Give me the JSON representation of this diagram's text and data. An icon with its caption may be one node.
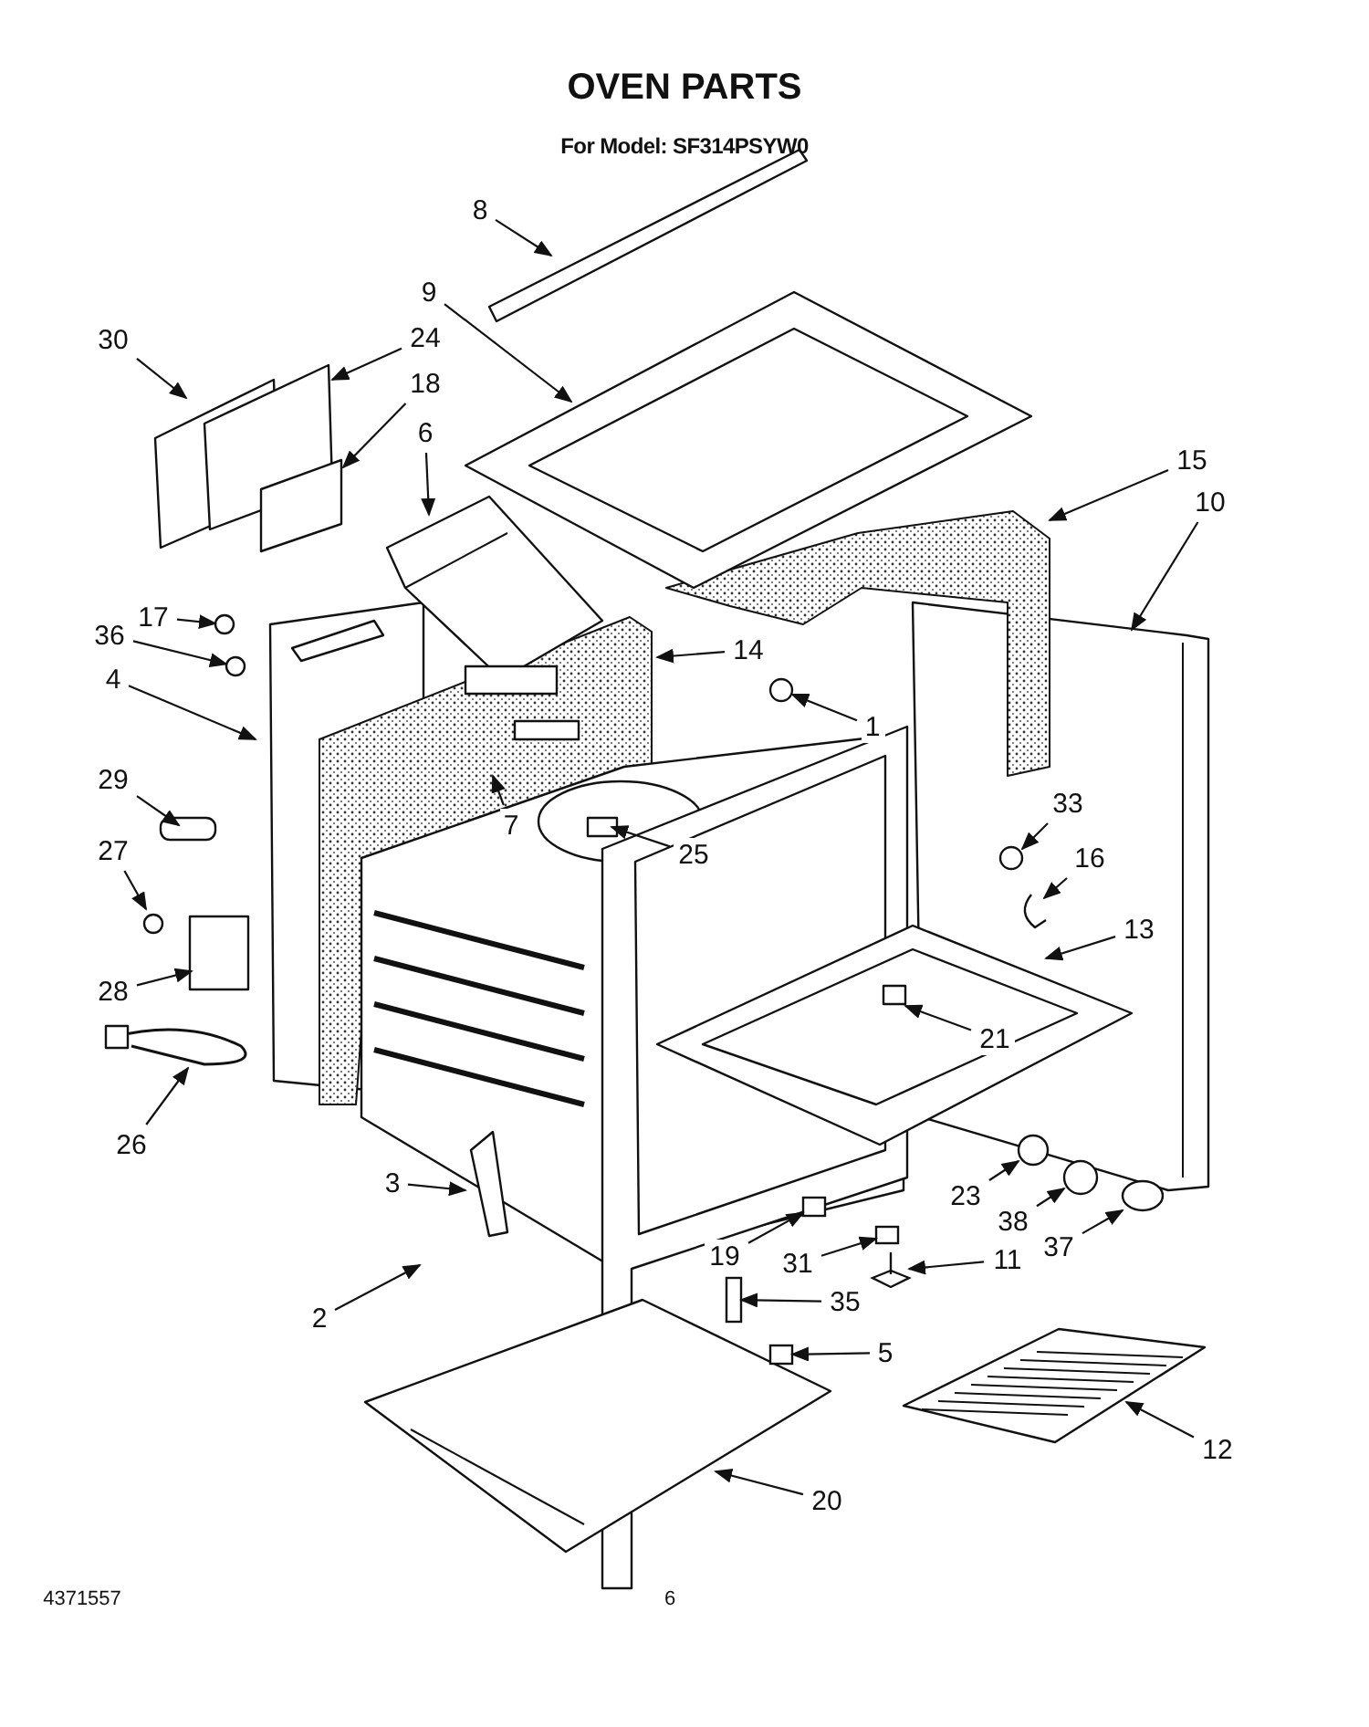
{
  "diagram": {
    "title": "OVEN PARTS",
    "nodes": [
      {
        "text": [
          "8"
        ]
      },
      {
        "text": [
          "9"
        ]
      },
      {
        "text": [
          "30"
        ]
      },
      {
        "text": [
          "24"
        ]
      },
      {
        "text": [
          "18"
        ]
      },
      {
        "text": [
          "6"
        ]
      },
      {
        "text": [
          "15"
        ]
      },
      {
        "text": [
          "10"
        ]
      },
      {
        "text": [
          "17"
        ]
      },
      {
        "text": [
          "36"
        ]
      },
      {
        "text": [
          "4"
        ]
      },
      {
        "text": [
          "14"
        ]
      },
      {
        "text": [
          "1"
        ]
      },
      {
        "text": [
          "29"
        ]
      },
      {
        "text": [
          "7"
        ]
      },
      {
        "text": [
          "25"
        ]
      },
      {
        "text": [
          "33"
        ]
      },
      {
        "text": [
          "27"
        ]
      },
      {
        "text": [
          "16"
        ]
      },
      {
        "text": [
          "13"
        ]
      },
      {
        "text": [
          "28"
        ]
      },
      {
        "text": [
          "21"
        ]
      },
      {
        "text": [
          "26"
        ]
      },
      {
        "text": [
          "3"
        ]
      },
      {
        "text": [
          "23"
        ]
      },
      {
        "text": [
          "38"
        ]
      },
      {
        "text": [
          "37"
        ]
      },
      {
        "text": [
          "19"
        ]
      },
      {
        "text": [
          "31"
        ]
      },
      {
        "text": [
          "11"
        ]
      },
      {
        "text": [
          "35"
        ]
      },
      {
        "text": [
          "2"
        ]
      },
      {
        "text": [
          "5"
        ]
      },
      {
        "text": [
          "12"
        ]
      },
      {
        "text": [
          "20"
        ]
      },
      {
        "text": [],
        "shape": "circle"
      },
      {
        "text": [],
        "shape": "circle"
      },
      {
        "text": [],
        "shape": "box"
      },
      {
        "text": [],
        "shape": "box"
      },
      {
        "text": [],
        "shape": "picture"
      },
      {
        "text": [],
        "shape": "box"
      },
      {
        "text": [],
        "shape": "box"
      },
      {
        "text": [],
        "shape": "circle"
      }
    ],
    "edges": [
      {
        "from": 0,
        "to": null,
        "arrow": "to"
      },
      {
        "from": 1,
        "to": null,
        "arrow": "to"
      },
      {
        "from": 2,
        "to": null,
        "arrow": "to"
      },
      {
        "from": 3,
        "to": null,
        "arrow": "to"
      },
      {
        "from": 4,
        "to": null,
        "arrow": "to"
      },
      {
        "from": 5,
        "to": null,
        "arrow": "to"
      },
      {
        "from": 6,
        "to": null,
        "arrow": "to"
      },
      {
        "from": 7,
        "to": null,
        "arrow": "to"
      },
      {
        "from": 8,
        "to": 36,
        "arrow": "to"
      },
      {
        "from": 9,
        "to": 42,
        "arrow": "to"
      },
      {
        "from": 10,
        "to": null,
        "arrow": "to"
      },
      {
        "from": 11,
        "to": null,
        "arrow": "to"
      },
      {
        "from": 12,
        "to": 35,
        "arrow": "to"
      },
      {
        "from": 13,
        "to": null,
        "arrow": "to"
      },
      {
        "from": 14,
        "to": null,
        "arrow": "to"
      },
      {
        "from": 15,
        "to": null,
        "arrow": "to"
      },
      {
        "from": 16,
        "to": null,
        "arrow": "to"
      },
      {
        "from": 17,
        "to": null,
        "arrow": "to"
      },
      {
        "from": 18,
        "to": null,
        "arrow": "to"
      },
      {
        "from": 19,
        "to": null,
        "arrow": "to"
      },
      {
        "from": 20,
        "to": null,
        "arrow": "to"
      },
      {
        "from": 21,
        "to": null,
        "arrow": "to"
      },
      {
        "from": 22,
        "to": null,
        "arrow": "to"
      },
      {
        "from": 23,
        "to": null,
        "arrow": "to"
      },
      {
        "from": 24,
        "to": null,
        "arrow": "to"
      },
      {
        "from": 25,
        "to": null,
        "arrow": "to"
      },
      {
        "from": 26,
        "to": null,
        "arrow": "to"
      },
      {
        "from": 27,
        "to": 37,
        "arrow": "to"
      },
      {
        "from": 28,
        "to": 38,
        "arrow": "to"
      },
      {
        "from": 29,
        "to": 39,
        "arrow": "to"
      },
      {
        "from": 30,
        "to": 40,
        "arrow": "to"
      },
      {
        "from": 31,
        "to": null,
        "arrow": "to"
      },
      {
        "from": 32,
        "to": 41,
        "arrow": "to"
      },
      {
        "from": 33,
        "to": null,
        "arrow": "to"
      },
      {
        "from": 34,
        "to": null,
        "arrow": "to"
      }
    ],
    "labels": [
      "For Model: SF314PSYW0",
      "4371557",
      "6"
    ]
  }
}
